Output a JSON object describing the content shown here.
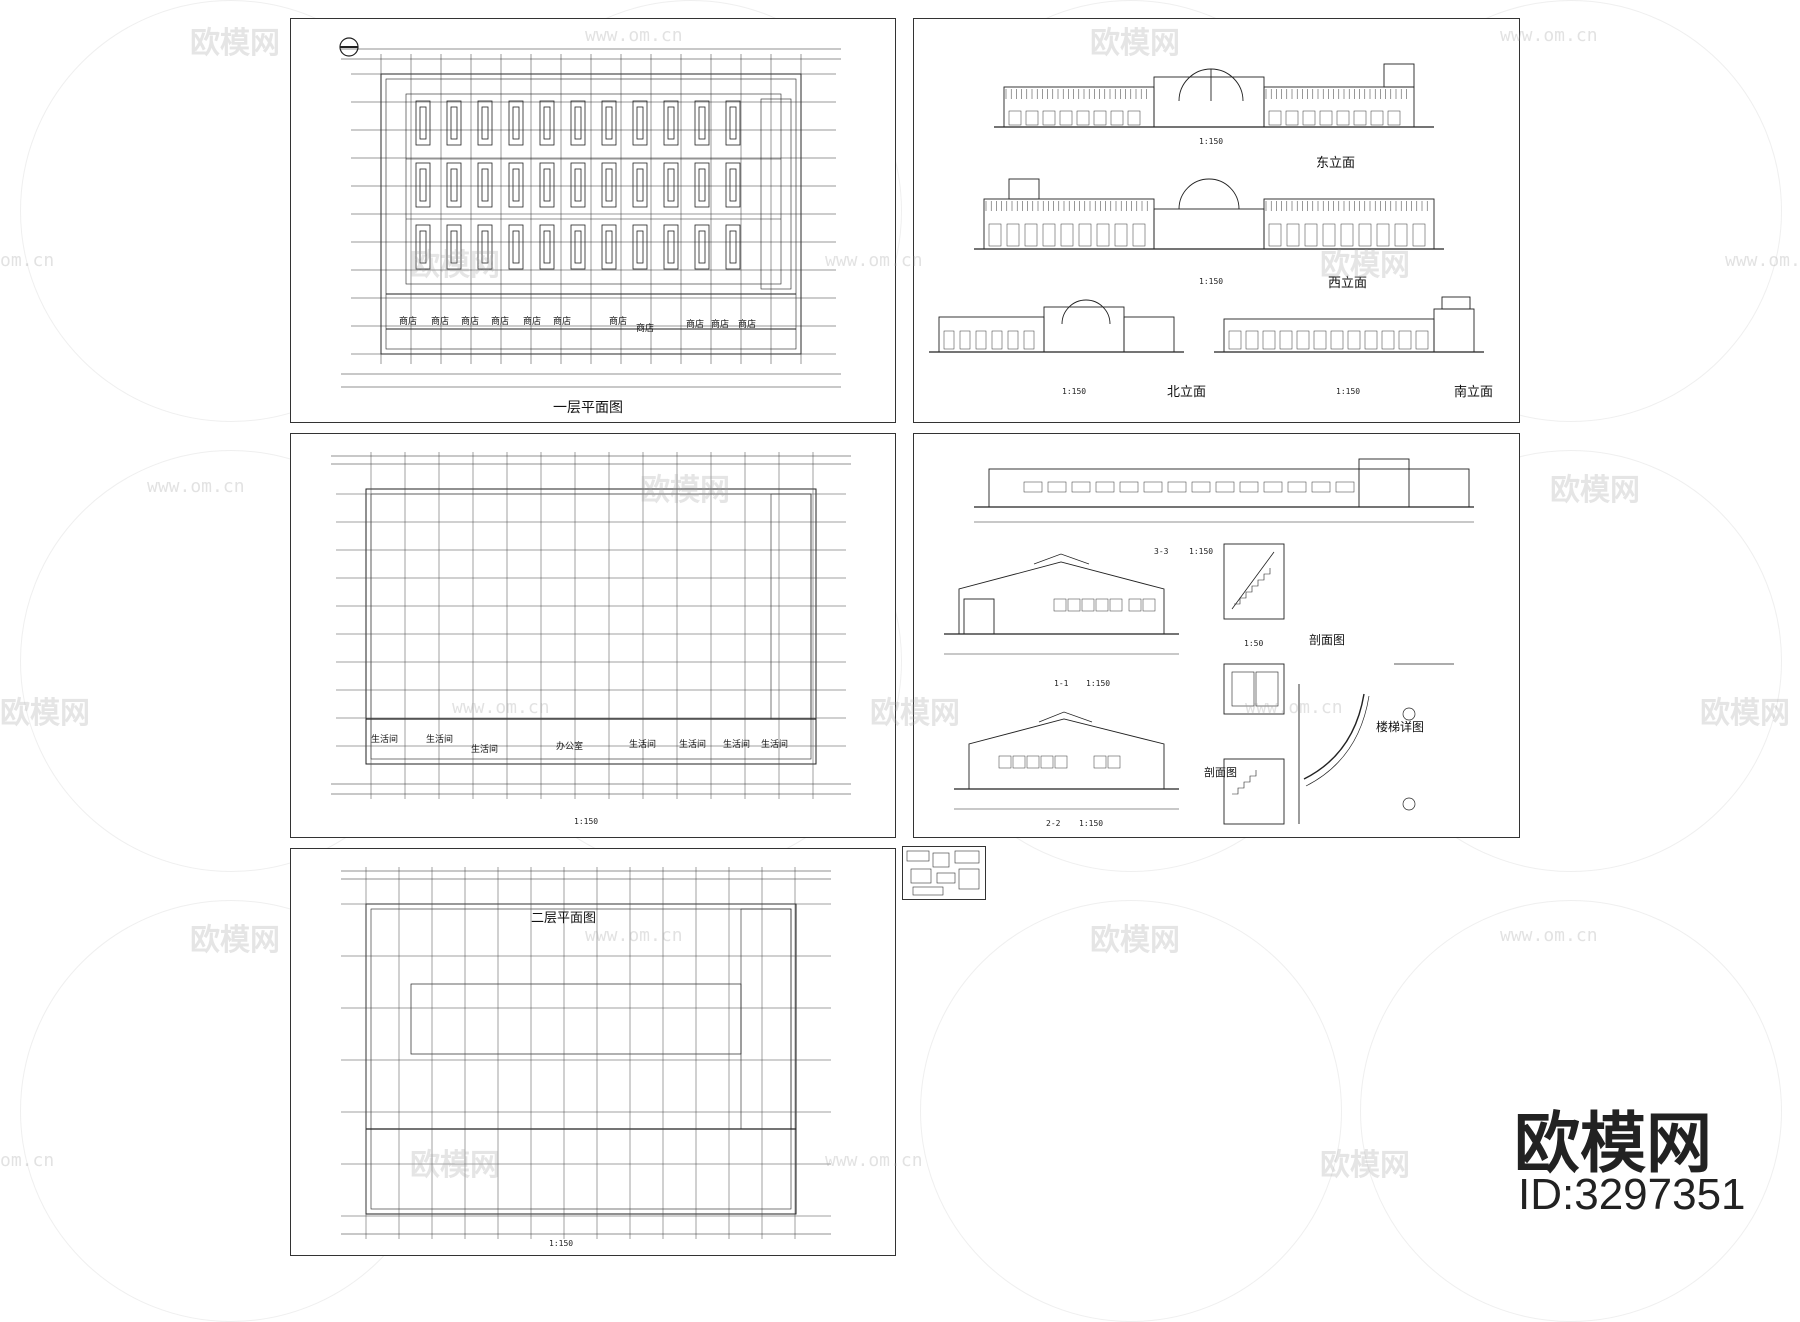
{
  "panels": {
    "first_floor_plan": {
      "title": "一层平面图",
      "labels": [
        "商店",
        "商店",
        "商店",
        "商店",
        "商店",
        "商店",
        "商店",
        "商店",
        "商店",
        "商店",
        "商店"
      ]
    },
    "elevations": {
      "east_title": "东立面",
      "west_title": "西立面",
      "north_title": "北立面",
      "south_title": "南立面",
      "scale_east": "1:150",
      "scale_west": "1:150",
      "scale_north": "1:150",
      "scale_south": "1:150"
    },
    "mid_plan": {
      "scale": "1:150",
      "labels": [
        "生活间",
        "生活间",
        "生活间",
        "办公室",
        "生活间",
        "生活间",
        "生活间",
        "生活间"
      ]
    },
    "sections": {
      "section_33": "3-3",
      "scale_33": "1:150",
      "section_11": "1-1",
      "scale_11": "1:150",
      "section_22": "2-2",
      "scale_22": "1:150",
      "stair_section_1": "剖面图",
      "stair_section_2": "剖面图",
      "stair_detail": "楼梯详图",
      "stair_scale": "1:50"
    },
    "second_floor_plan": {
      "title": "二层平面图",
      "scale": "1:150"
    }
  },
  "brand": {
    "name": "欧模网",
    "id": "ID:3297351"
  },
  "watermark": {
    "text": "欧模网",
    "url": "www.om.cn",
    "url_short": "om.cn"
  }
}
